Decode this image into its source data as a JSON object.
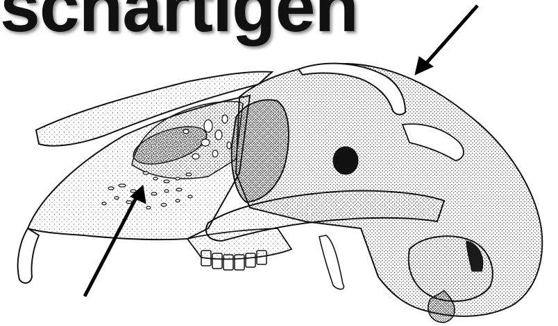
{
  "slide": {
    "heading": "schartigen"
  },
  "illustration": {
    "subject": "skull-line-drawing",
    "arrows": [
      {
        "name": "top-right-arrow",
        "points_to": "cranial-crest"
      },
      {
        "name": "bottom-left-arrow",
        "points_to": "perforated-maxilla"
      }
    ]
  },
  "colors": {
    "ink": "#111111",
    "stipple": "#333333",
    "dark-fill": "#1a1a1a",
    "paper": "#ffffff"
  }
}
